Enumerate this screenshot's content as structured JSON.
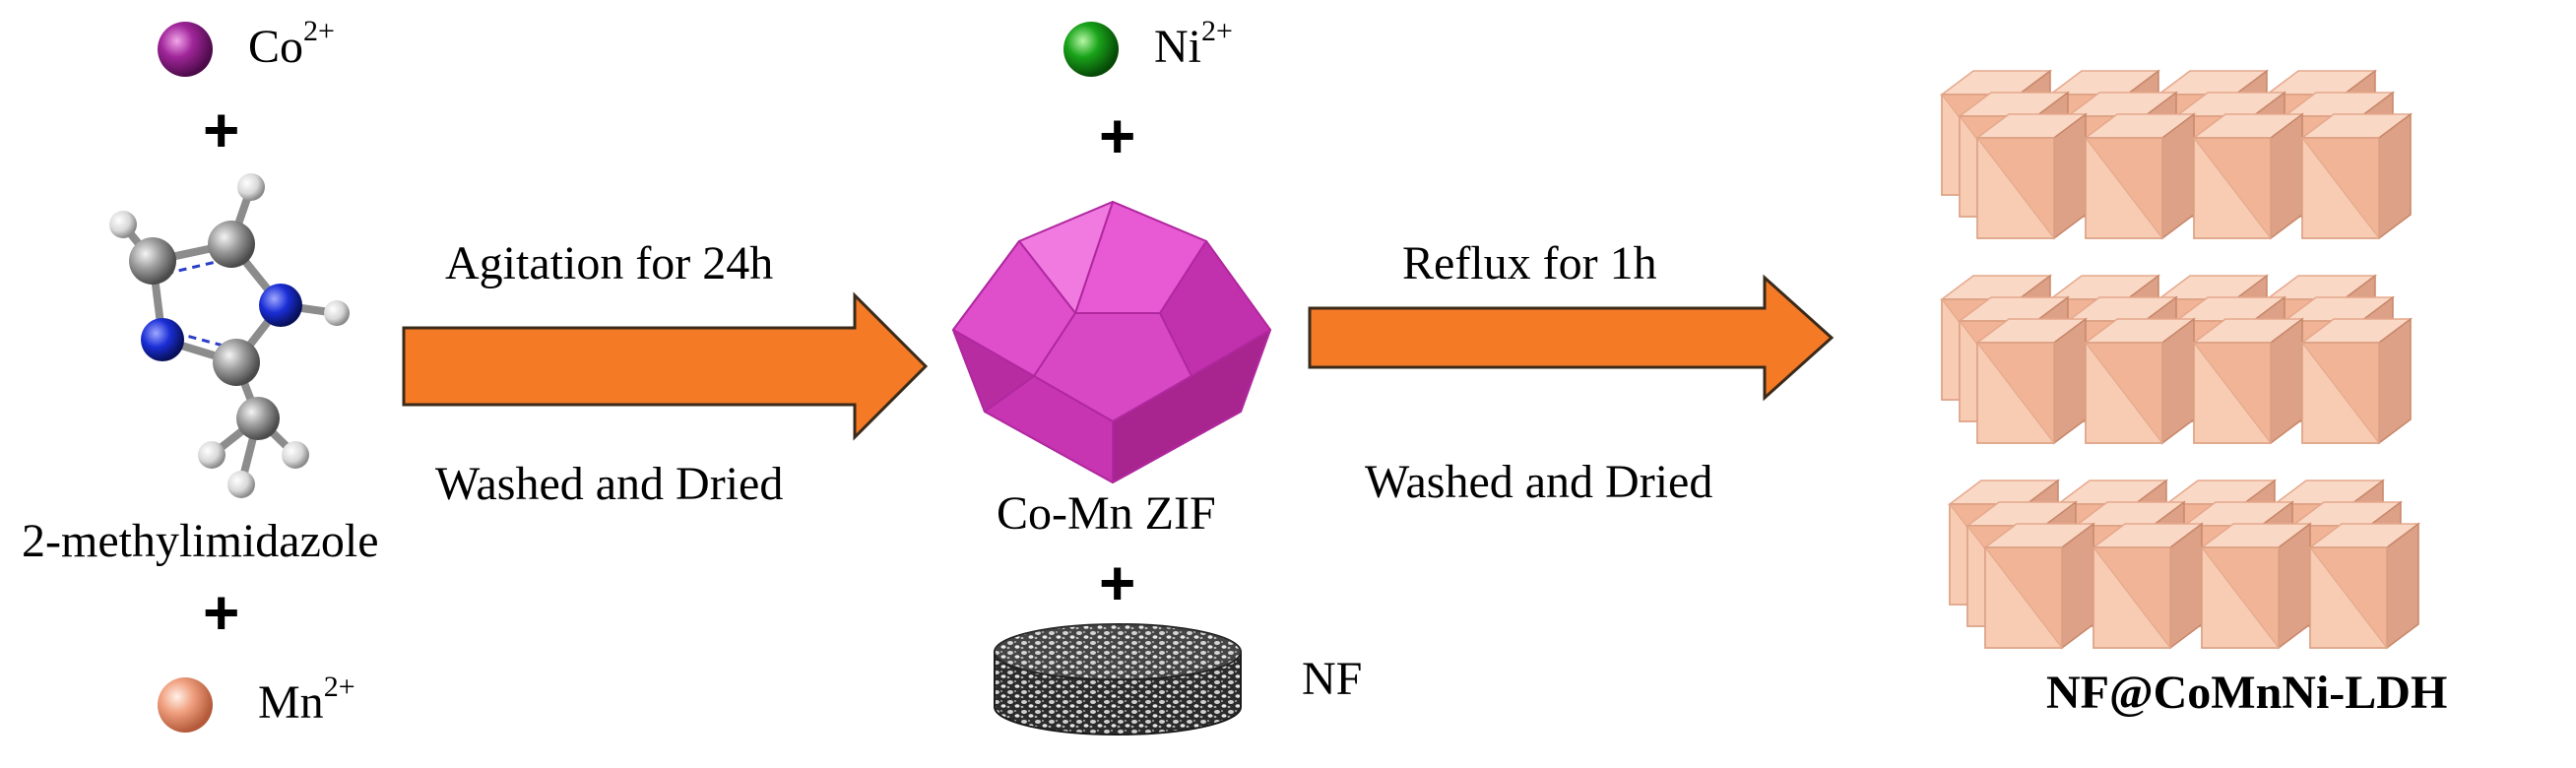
{
  "reactants": {
    "cobalt": {
      "symbol": "Co",
      "charge": "2+",
      "color": "#a0269a"
    },
    "manganese": {
      "symbol": "Mn",
      "charge": "2+",
      "color": "#f0a080"
    },
    "nickel": {
      "symbol": "Ni",
      "charge": "2+",
      "color": "#1aa31a"
    },
    "linker": "2-methylimidazole",
    "substrate": "NF"
  },
  "plus_sign": "+",
  "step1": {
    "top": "Agitation for 24h",
    "bottom": "Washed and Dried"
  },
  "step2": {
    "top": "Reflux for 1h",
    "bottom": "Washed and Dried"
  },
  "intermediate": "Co-Mn ZIF",
  "product": "NF@CoMnNi-LDH",
  "colors": {
    "arrow": "#f57a26",
    "zif": "#d43fbf",
    "ldh": "#f5c0a6",
    "foam": "#2b2b2b"
  }
}
